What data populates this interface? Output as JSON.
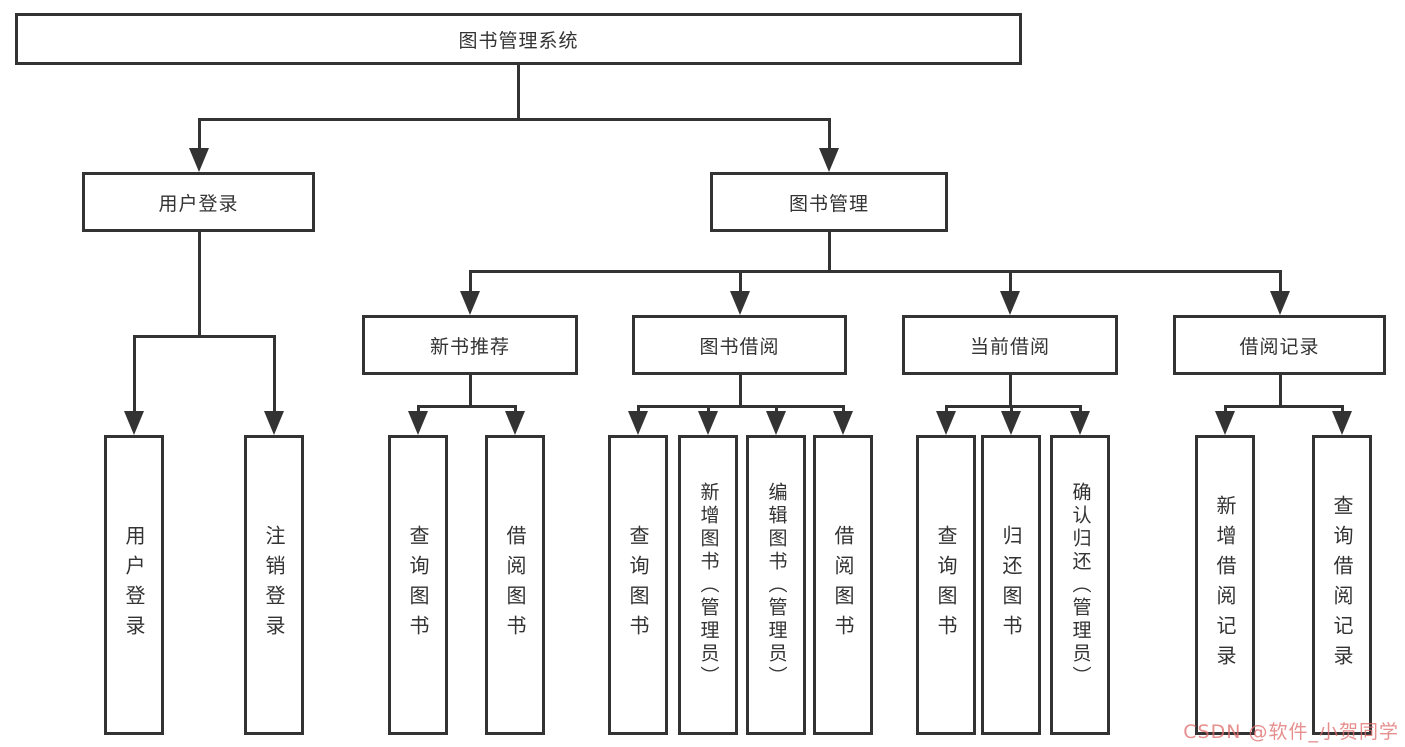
{
  "diagram": {
    "type": "org-chart-tree",
    "colors": {
      "line": "#333333",
      "box_border": "#333333",
      "text": "#333333",
      "background": "#ffffff",
      "watermark": "#e06e6e"
    }
  },
  "hierarchy": {
    "root": "图书管理系统",
    "children": [
      {
        "label": "用户登录",
        "children": [
          "用户登录",
          "注销登录"
        ]
      },
      {
        "label": "图书管理",
        "children": [
          {
            "label": "新书推荐",
            "children": [
              "查询图书",
              "借阅图书"
            ]
          },
          {
            "label": "图书借阅",
            "children": [
              "查询图书",
              "新增图书（管理员）",
              "编辑图书（管理员）",
              "借阅图书"
            ]
          },
          {
            "label": "当前借阅",
            "children": [
              "查询图书",
              "归还图书",
              "确认归还（管理员）"
            ]
          },
          {
            "label": "借阅记录",
            "children": [
              "新增借阅记录",
              "查询借阅记录"
            ]
          }
        ]
      }
    ]
  },
  "watermark": "CSDN @软件_小贺同学"
}
